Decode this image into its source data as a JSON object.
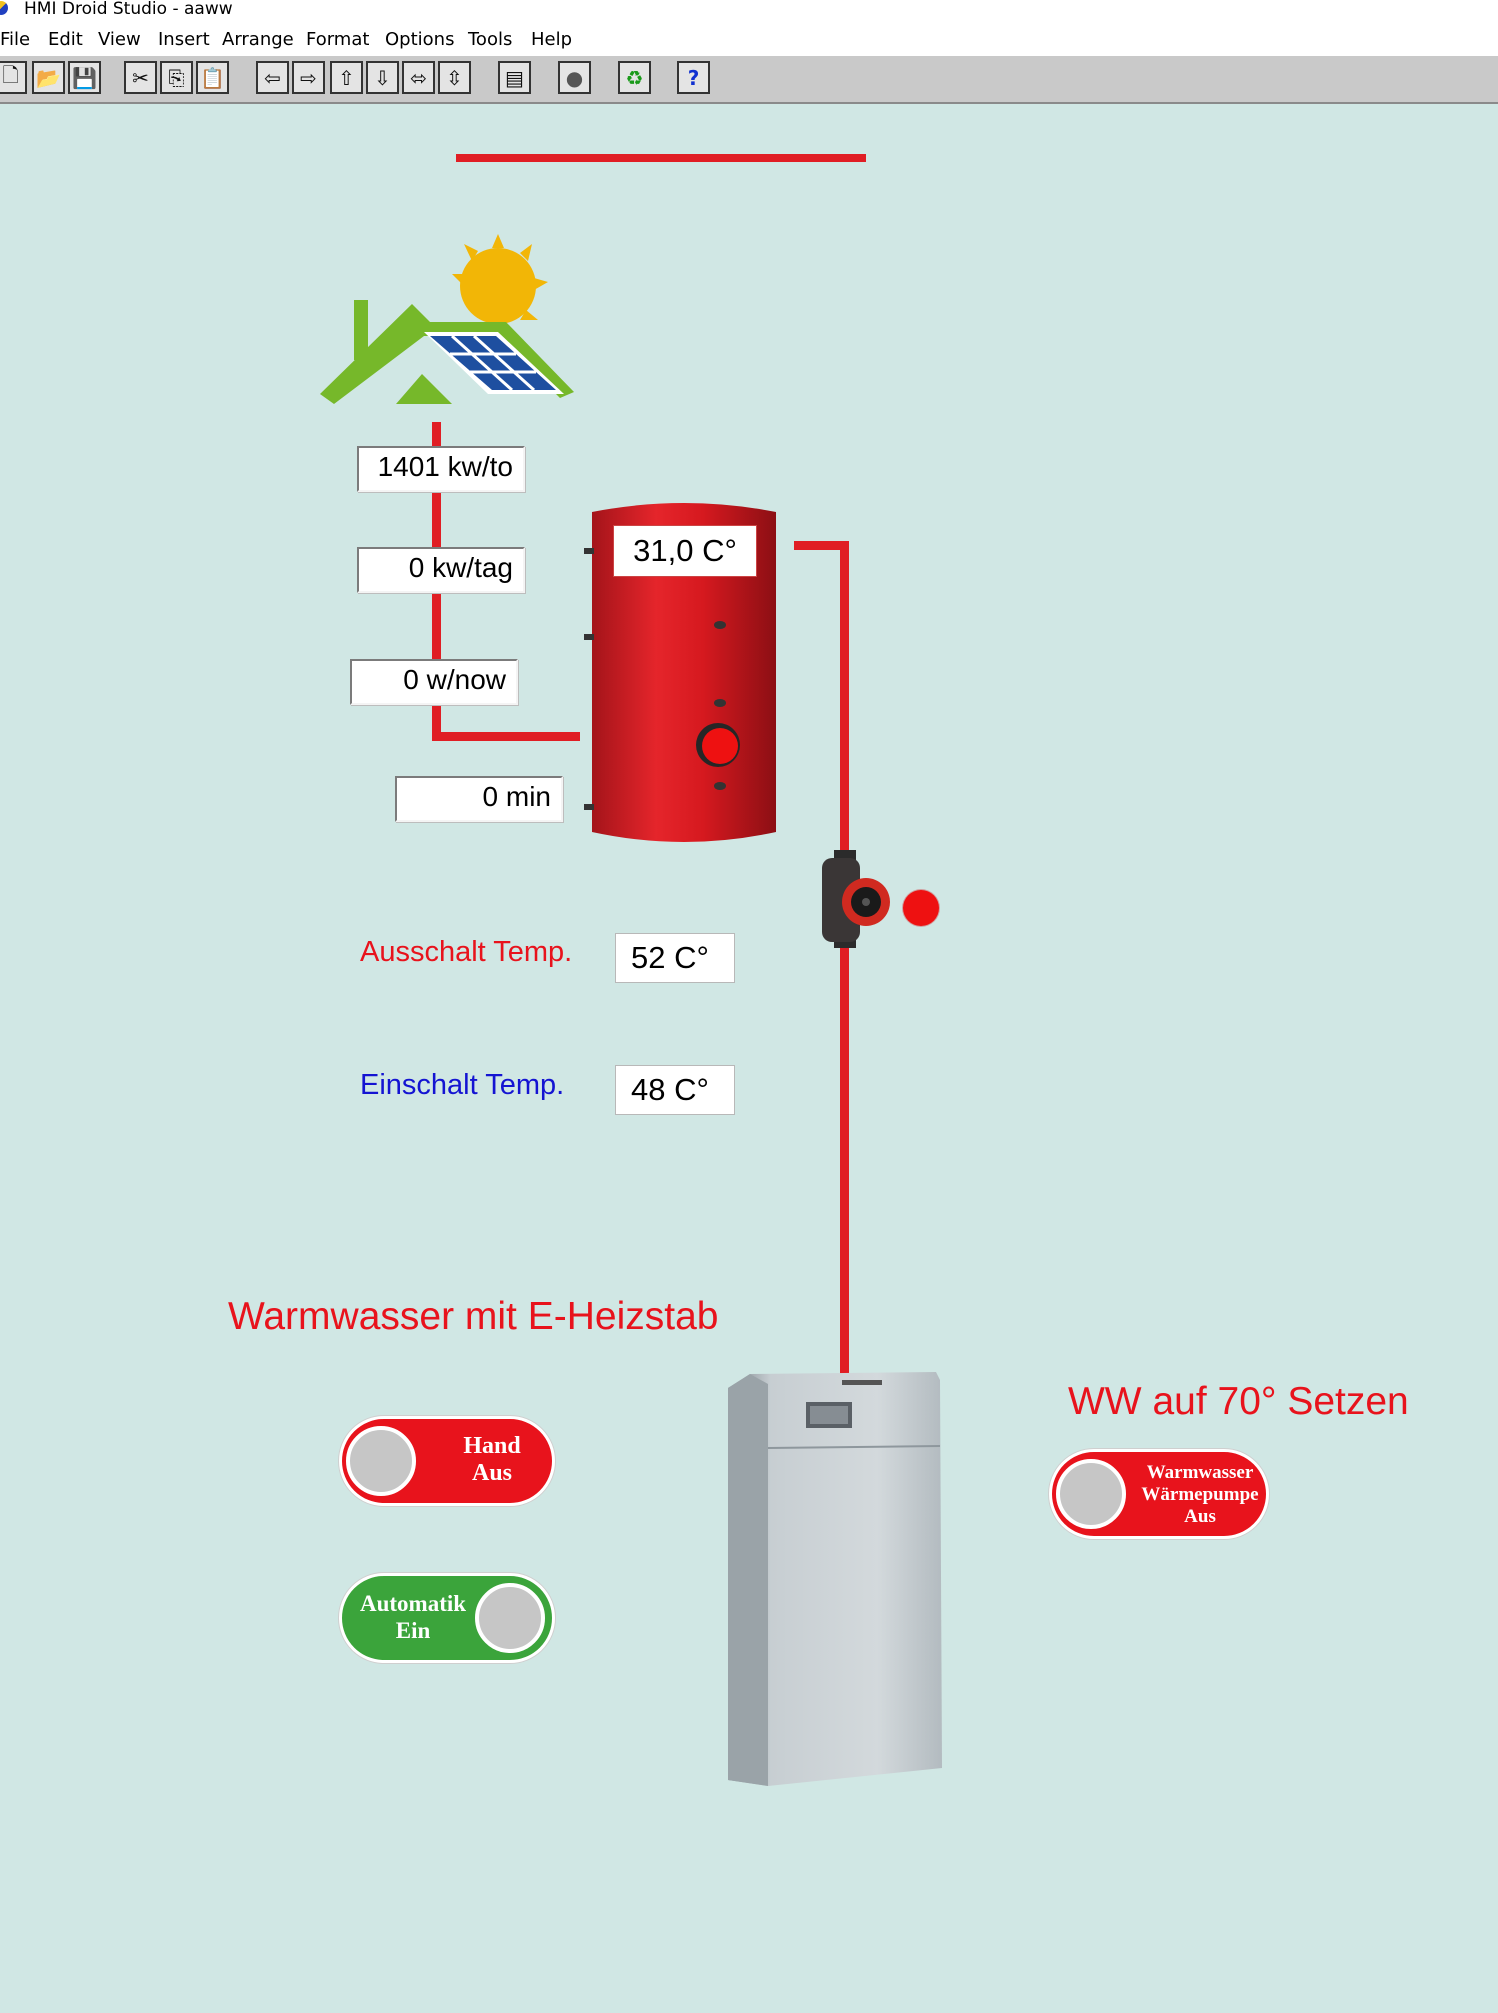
{
  "window": {
    "title": "HMI Droid Studio - aaww"
  },
  "menu": [
    "File",
    "Edit",
    "View",
    "Insert",
    "Arrange",
    "Format",
    "Options",
    "Tools",
    "Help"
  ],
  "toolbar": [
    {
      "name": "new-icon",
      "glyph": "🗋"
    },
    {
      "name": "open-icon",
      "glyph": "📂"
    },
    {
      "name": "save-icon",
      "glyph": "💾"
    },
    {
      "name": "cut-icon",
      "glyph": "✂"
    },
    {
      "name": "copy-icon",
      "glyph": "⎘"
    },
    {
      "name": "paste-icon",
      "glyph": "📋"
    },
    {
      "name": "align-left-icon",
      "glyph": "⇦"
    },
    {
      "name": "align-right-icon",
      "glyph": "⇨"
    },
    {
      "name": "align-top-icon",
      "glyph": "⇧"
    },
    {
      "name": "align-bottom-icon",
      "glyph": "⇩"
    },
    {
      "name": "same-width-icon",
      "glyph": "⬄"
    },
    {
      "name": "same-height-icon",
      "glyph": "⇳"
    },
    {
      "name": "properties-icon",
      "glyph": "▤"
    },
    {
      "name": "record-icon",
      "glyph": "●"
    },
    {
      "name": "refresh-icon",
      "glyph": "♻"
    },
    {
      "name": "help-icon",
      "glyph": "?"
    }
  ],
  "solar": {
    "total_value": "1401 kw/to",
    "daily_value": "0 kw/tag",
    "power_now": "0 w/now",
    "runtime": "0 min"
  },
  "tank": {
    "temperature": "31,0 C°"
  },
  "settings": {
    "off_label": "Ausschalt Temp.",
    "off_value": "52 C°",
    "on_label": "Einschalt Temp.",
    "on_value": "48 C°"
  },
  "heater": {
    "title": "Warmwasser mit E-Heizstab",
    "hand_line1": "Hand",
    "hand_line2": "Aus",
    "auto_line1": "Automatik",
    "auto_line2": "Ein"
  },
  "heatpump": {
    "title": "WW auf 70° Setzen",
    "line1": "Warmwasser",
    "line2": "Wärmepumpe",
    "line3": "Aus"
  },
  "colors": {
    "background": "#d0e7e4",
    "pipe": "#e01e24",
    "toggle_off": "#e8131c",
    "toggle_on": "#3ba43b",
    "label_red": "#e8131c",
    "label_blue": "#1414d2"
  }
}
